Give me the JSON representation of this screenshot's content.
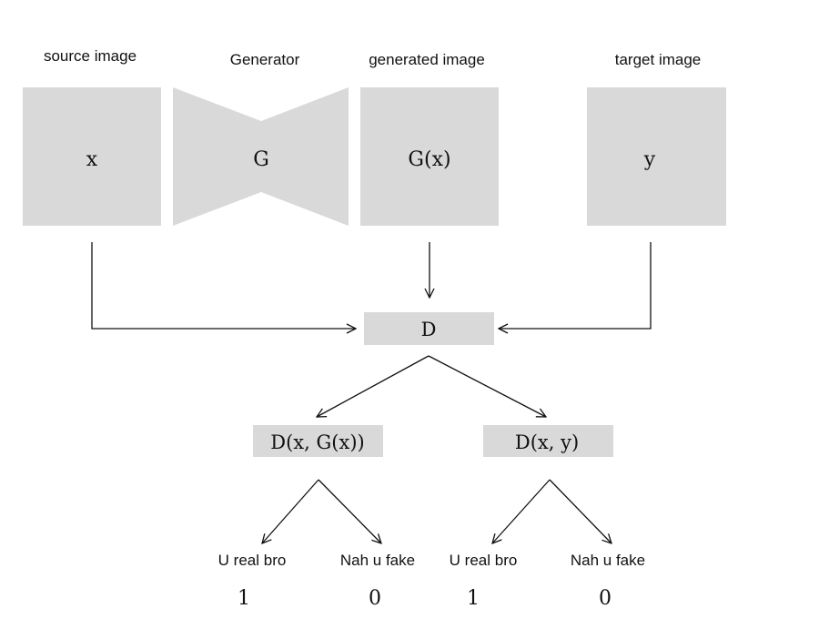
{
  "labels": {
    "source": "source image",
    "generator": "Generator",
    "generated": "generated image",
    "target": "target image"
  },
  "nodes": {
    "x": "x",
    "g": "G",
    "gx": "G(x)",
    "y": "y",
    "d": "D",
    "d_fake": "D(x, G(x))",
    "d_real": "D(x, y)"
  },
  "outcomes": {
    "left_real_label": "U real bro",
    "left_fake_label": "Nah u fake",
    "right_real_label": "U real bro",
    "right_fake_label": "Nah u fake",
    "left_real_value": "1",
    "left_fake_value": "0",
    "right_real_value": "1",
    "right_fake_value": "0"
  },
  "colors": {
    "box_fill": "#d9d9d9",
    "line": "#111111"
  }
}
